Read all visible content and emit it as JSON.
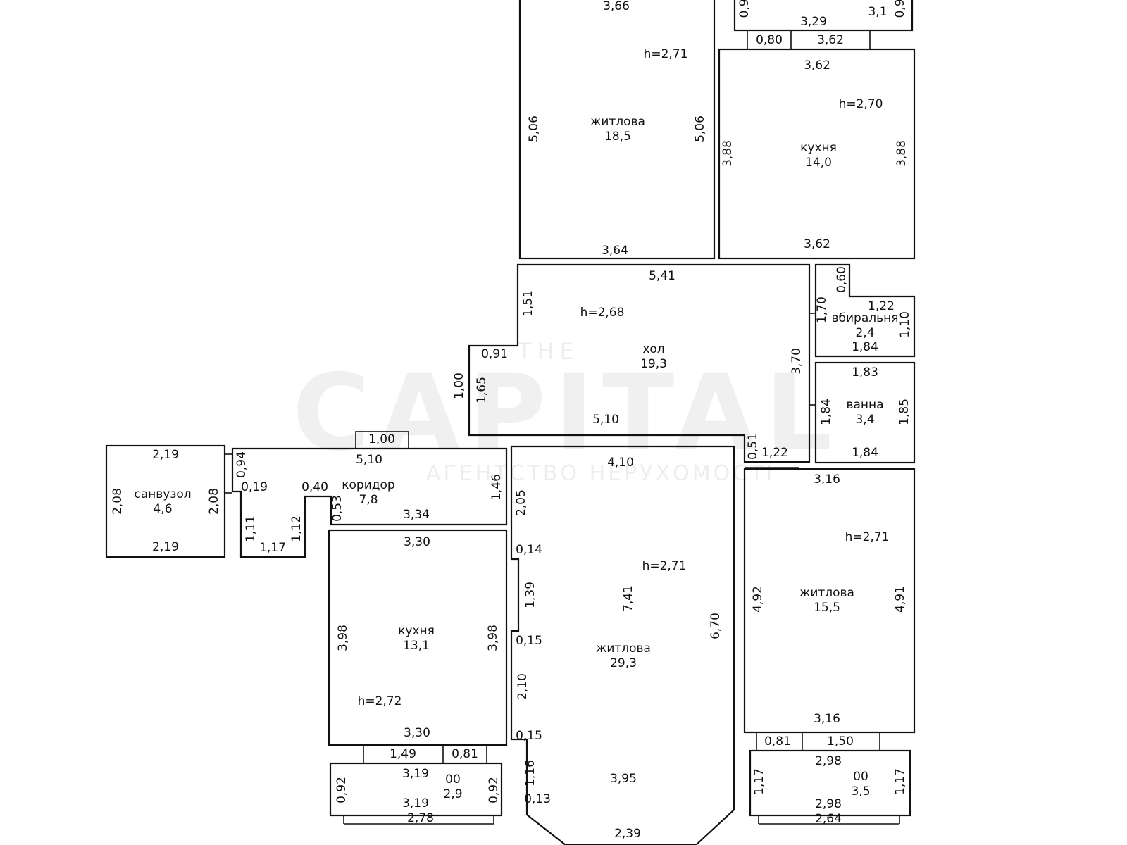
{
  "watermark": {
    "the": "THE",
    "brand": "CAPITAL",
    "subtitle": "АГЕНТСТВО НЕРУХОМОСТІ"
  },
  "rooms": {
    "living_top": {
      "name": "житлова",
      "area": "18,5",
      "height": "h=2,71"
    },
    "kitchen_top": {
      "name": "кухня",
      "area": "14,0",
      "height": "h=2,70"
    },
    "hall": {
      "name": "хол",
      "area": "19,3",
      "height": "h=2,68"
    },
    "wc": {
      "name": "вбиральня",
      "area": "2,4"
    },
    "bath": {
      "name": "ванна",
      "area": "3,4"
    },
    "sanuzol": {
      "name": "санвузол",
      "area": "4,6"
    },
    "corridor": {
      "name": "коридор",
      "area": "7,8"
    },
    "kitchen_bottom": {
      "name": "кухня",
      "area": "13,1",
      "height": "h=2,72"
    },
    "living_big": {
      "name": "житлова",
      "area": "29,3",
      "height": "h=2,71"
    },
    "living_right": {
      "name": "житлова",
      "area": "15,5",
      "height": "h=2,71"
    },
    "balcony_left": {
      "name": "00",
      "area": "2,9"
    },
    "balcony_right": {
      "name": "00",
      "area": "3,5"
    },
    "balcony_top": {
      "area": "3,1"
    }
  },
  "dimensions": {
    "lt_top": "3,66",
    "lt_left": "5,06",
    "lt_right": "5,06",
    "lt_bottom": "3,64",
    "bt_left": "0,9",
    "bt_right": "0,9",
    "bt_bottom": "3,29",
    "bt_d1": "0,80",
    "bt_d2": "3,62",
    "kt_top": "3,62",
    "kt_left": "3,88",
    "kt_right": "3,88",
    "kt_bottom": "3,62",
    "h_top": "5,41",
    "h_1_51": "1,51",
    "h_0_91": "0,91",
    "h_1_00": "1,00",
    "h_1_65": "1,65",
    "h_5_10": "5,10",
    "h_3_70": "3,70",
    "h_0_51": "0,51",
    "h_1_22": "1,22",
    "wc_0_60": "0,60",
    "wc_1_70": "1,70",
    "wc_1_22": "1,22",
    "wc_1_10": "1,10",
    "wc_1_84": "1,84",
    "b_top": "1,83",
    "b_left": "1,84",
    "b_right": "1,85",
    "b_bottom": "1,84",
    "s_top": "2,19",
    "s_left": "2,08",
    "s_right": "2,08",
    "s_bottom": "2,19",
    "c_1_00": "1,00",
    "c_5_10": "5,10",
    "c_0_94": "0,94",
    "c_0_19": "0,19",
    "c_0_40": "0,40",
    "c_0_53": "0,53",
    "c_1_46": "1,46",
    "c_3_34": "3,34",
    "c_1_11": "1,11",
    "c_1_12": "1,12",
    "c_1_17": "1,17",
    "kb_top": "3,30",
    "kb_left": "3,98",
    "kb_right": "3,98",
    "kb_bottom": "3,30",
    "bl_1_49": "1,49",
    "bl_0_81": "0,81",
    "bl_top": "3,19",
    "bl_left": "0,92",
    "bl_right": "0,92",
    "bl_mid": "3,19",
    "bl_bottom": "2,78",
    "lb_top": "4,10",
    "lb_2_05": "2,05",
    "lb_0_14": "0,14",
    "lb_1_39": "1,39",
    "lb_0_15a": "0,15",
    "lb_2_10": "2,10",
    "lb_0_15b": "0,15",
    "lb_1_16": "1,16",
    "lb_0_13": "0,13",
    "lb_7_41": "7,41",
    "lb_6_70": "6,70",
    "lb_3_95": "3,95",
    "lb_bottom": "2,39",
    "lr_top": "3,16",
    "lr_left": "4,92",
    "lr_right": "4,91",
    "lr_bottom": "3,16",
    "br_0_81": "0,81",
    "br_1_50": "1,50",
    "br_top": "2,98",
    "br_left": "1,17",
    "br_right": "1,17",
    "br_mid": "2,98",
    "br_bottom": "2,64"
  }
}
